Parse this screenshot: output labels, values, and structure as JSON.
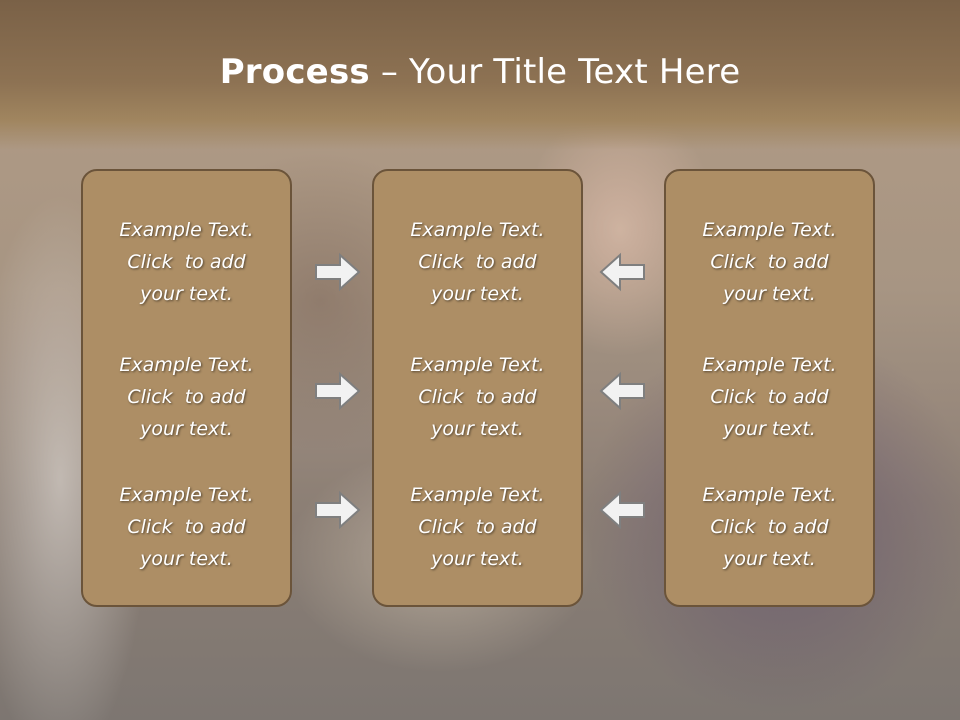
{
  "slide": {
    "title_bold": "Process",
    "title_rest": " – Your Title Text Here"
  },
  "columns": [
    {
      "items": [
        {
          "line1": "Example Text.",
          "line2": "Click  to add",
          "line3": "your text."
        },
        {
          "line1": "Example Text.",
          "line2": "Click  to add",
          "line3": "your text."
        },
        {
          "line1": "Example Text.",
          "line2": "Click  to add",
          "line3": "your text."
        }
      ]
    },
    {
      "items": [
        {
          "line1": "Example Text.",
          "line2": "Click  to add",
          "line3": "your text."
        },
        {
          "line1": "Example Text.",
          "line2": "Click  to add",
          "line3": "your text."
        },
        {
          "line1": "Example Text.",
          "line2": "Click  to add",
          "line3": "your text."
        }
      ]
    },
    {
      "items": [
        {
          "line1": "Example Text.",
          "line2": "Click  to add",
          "line3": "your text."
        },
        {
          "line1": "Example Text.",
          "line2": "Click  to add",
          "line3": "your text."
        },
        {
          "line1": "Example Text.",
          "line2": "Click  to add",
          "line3": "your text."
        }
      ]
    }
  ],
  "icons": {
    "left_arrows": [
      "arrow-right-icon",
      "arrow-right-icon",
      "arrow-right-icon"
    ],
    "right_arrows": [
      "arrow-left-icon",
      "arrow-left-icon",
      "arrow-left-icon"
    ]
  },
  "colors": {
    "header": "#8d7253",
    "box_fill": "#ad8e65",
    "box_border": "#6b543a",
    "arrow_fill": "#f2f2f2",
    "arrow_stroke": "#7f7f7f",
    "text": "#ffffff"
  }
}
